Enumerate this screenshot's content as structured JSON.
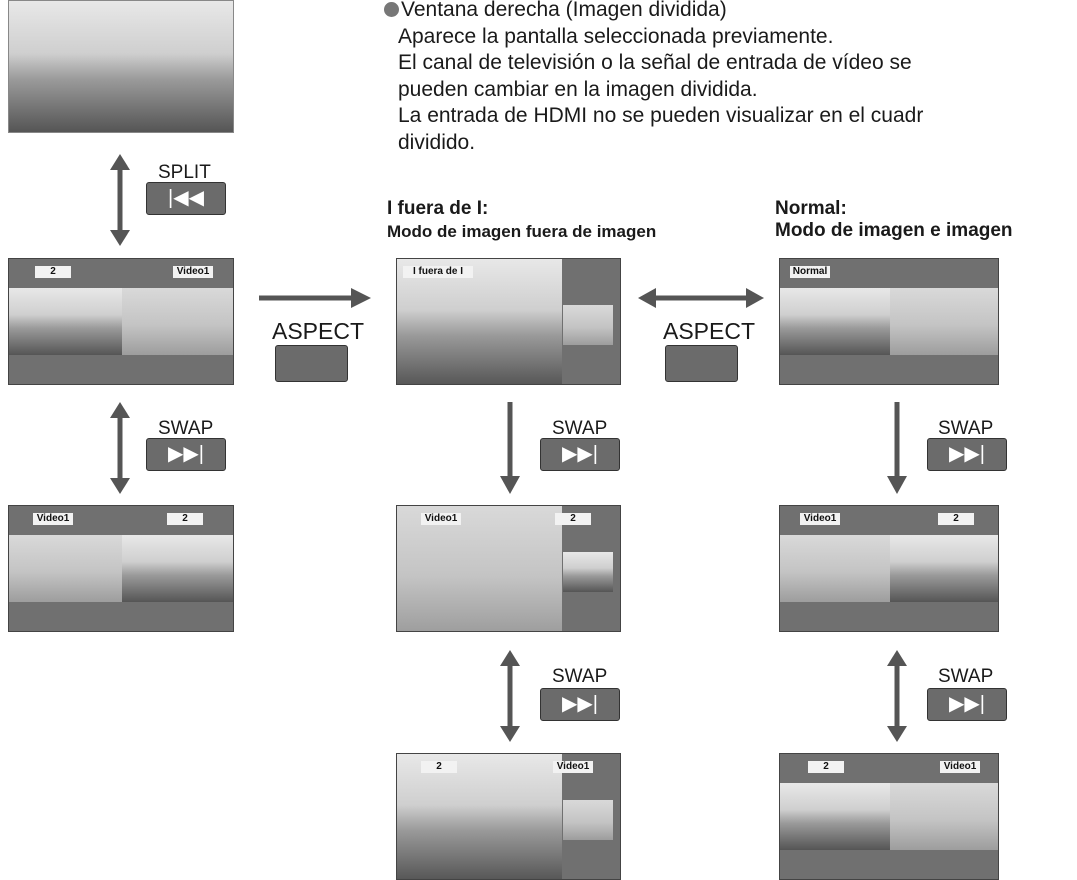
{
  "bullet": {
    "lines": [
      "Ventana derecha (Imagen dividida)",
      "Aparece la pantalla seleccionada previamente.",
      "El canal de televisión o la señal de entrada de vídeo se",
      "pueden cambiar en la imagen dividida.",
      "La entrada de HDMI no se pueden visualizar en el cuadr",
      "dividido."
    ]
  },
  "buttons": {
    "split": "SPLIT",
    "swap": "SWAP",
    "aspect": "ASPECT",
    "split_icon": "|◀◀",
    "swap_icon": "▶▶|"
  },
  "captions": {
    "middle_title": "I fuera de I:",
    "middle_sub": "Modo de imagen fuera de imagen",
    "right_title": "Normal:",
    "right_sub": "Modo de imagen e imagen"
  },
  "screens": {
    "left_split": {
      "left_label": "2",
      "right_label": "Video1"
    },
    "left_swap": {
      "left_label": "Video1",
      "right_label": "2"
    },
    "mid_top": {
      "label": "I fuera de I"
    },
    "mid_swap": {
      "left_label": "Video1",
      "right_label": "2"
    },
    "mid_bottom": {
      "left_label": "2",
      "right_label": "Video1"
    },
    "right_top": {
      "label": "Normal"
    },
    "right_swap": {
      "left_label": "Video1",
      "right_label": "2"
    },
    "right_bottom": {
      "left_label": "2",
      "right_label": "Video1"
    }
  },
  "icons": [
    "bullet-dot-icon",
    "double-arrow-icon",
    "arrow-down-icon",
    "arrow-right-icon",
    "skip-back-icon",
    "skip-forward-icon"
  ]
}
